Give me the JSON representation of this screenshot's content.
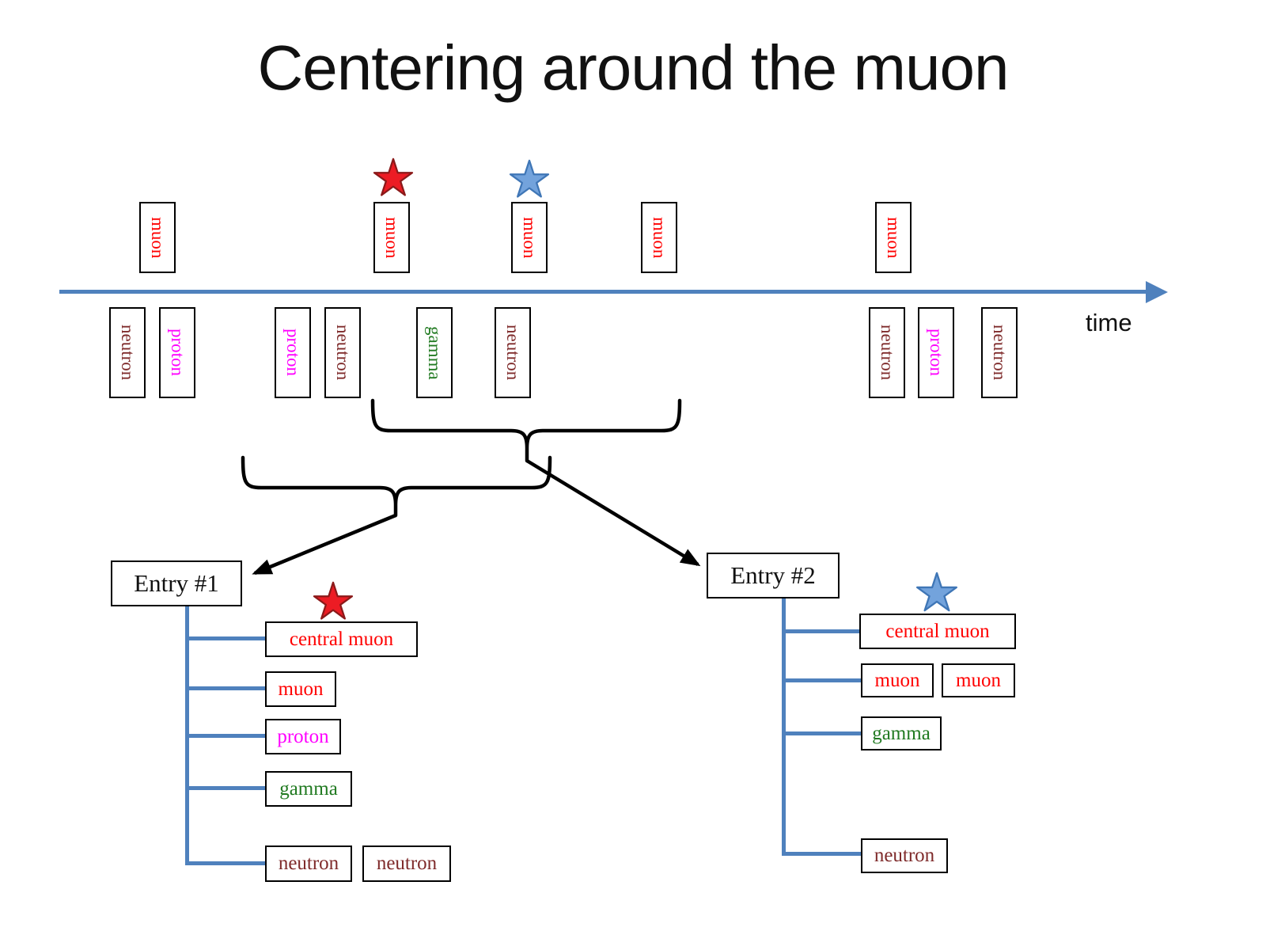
{
  "title": "Centering around the muon",
  "timeline": {
    "axis_label": "time",
    "above": [
      "muon",
      "muon",
      "muon",
      "muon",
      "muon"
    ],
    "below": [
      "neutron",
      "proton",
      "proton",
      "neutron",
      "gamma",
      "neutron",
      "neutron",
      "proton",
      "neutron"
    ]
  },
  "entries": [
    {
      "label": "Entry #1",
      "children": [
        "central muon",
        "muon",
        "proton",
        "gamma",
        "neutron",
        "neutron"
      ]
    },
    {
      "label": "Entry #2",
      "children": [
        "central muon",
        "muon",
        "muon",
        "gamma",
        "neutron"
      ]
    }
  ],
  "icons": {
    "red_star": "red-star-marker",
    "blue_star": "blue-star-marker"
  },
  "colors": {
    "muon": "#ff0000",
    "proton": "#ff00ff",
    "gamma": "#217a21",
    "neutron": "#7f2b2b",
    "timeline": "#4f81bd",
    "tree_line": "#4f81bd",
    "red_star_fill": "#ec1c24",
    "blue_star_fill": "#73a3dc"
  }
}
